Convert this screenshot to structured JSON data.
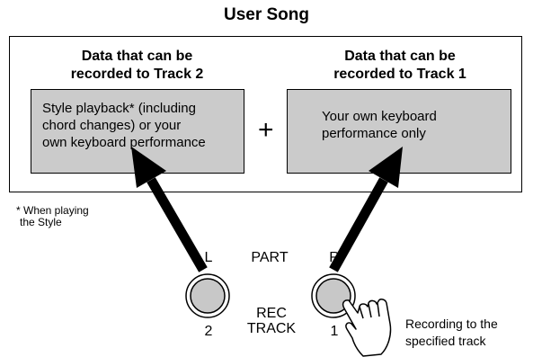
{
  "title": "User Song",
  "track2": {
    "heading_line1": "Data that can be",
    "heading_line2": "recorded to Track 2",
    "box_line1": "Style playback* (including",
    "box_line2": "chord changes) or your",
    "box_line3": "own keyboard performance"
  },
  "track1": {
    "heading_line1": "Data that can be",
    "heading_line2": "recorded to Track 1",
    "box_line1": "Your own keyboard",
    "box_line2": "performance only"
  },
  "plus_sign": "+",
  "footnote": {
    "line1": "* When playing",
    "line2": "the Style"
  },
  "part": {
    "label": "PART",
    "left_letter": "L",
    "right_letter": "R"
  },
  "rec_track": {
    "line1": "REC",
    "line2": "TRACK",
    "left_number": "2",
    "right_number": "1"
  },
  "callout": {
    "line1": "Recording to the",
    "line2": "specified track"
  },
  "colors": {
    "box_fill": "#cbcbcb",
    "button_fill": "#c8c8c8",
    "ink": "#000000"
  },
  "icons": [
    "arrow-up-left",
    "arrow-up-right",
    "pointing-hand-icon"
  ]
}
